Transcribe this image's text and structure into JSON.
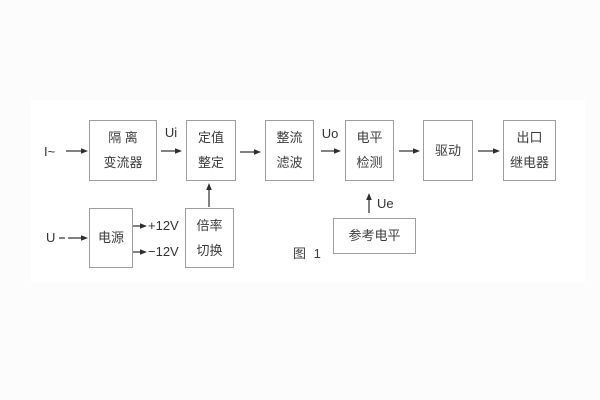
{
  "figure": {
    "caption": "图 1",
    "blocks": {
      "isolation": {
        "line1": "隔 离",
        "line2": "变流器"
      },
      "setting": {
        "line1": "定值",
        "line2": "整定"
      },
      "rectify": {
        "line1": "整流",
        "line2": "滤波"
      },
      "level": {
        "line1": "电平",
        "line2": "检测"
      },
      "drive": {
        "label": "驱动"
      },
      "output_relay": {
        "line1": "出口",
        "line2": "继电器"
      },
      "power": {
        "label": "电源"
      },
      "multiplier": {
        "line1": "倍率",
        "line2": "切换"
      },
      "reference": {
        "label": "参考电平"
      }
    },
    "signals": {
      "input_current": "I~",
      "ui": "Ui",
      "uo": "Uo",
      "ue": "Ue",
      "input_voltage": "U",
      "plus12": "+12V",
      "minus12": "−12V"
    },
    "colors": {
      "page_background": "#fcfcfc",
      "canvas_background": "#ffffff",
      "box_border": "#9e9e9e",
      "text": "#3c3c3c",
      "arrow": "#2e2e2e"
    }
  }
}
